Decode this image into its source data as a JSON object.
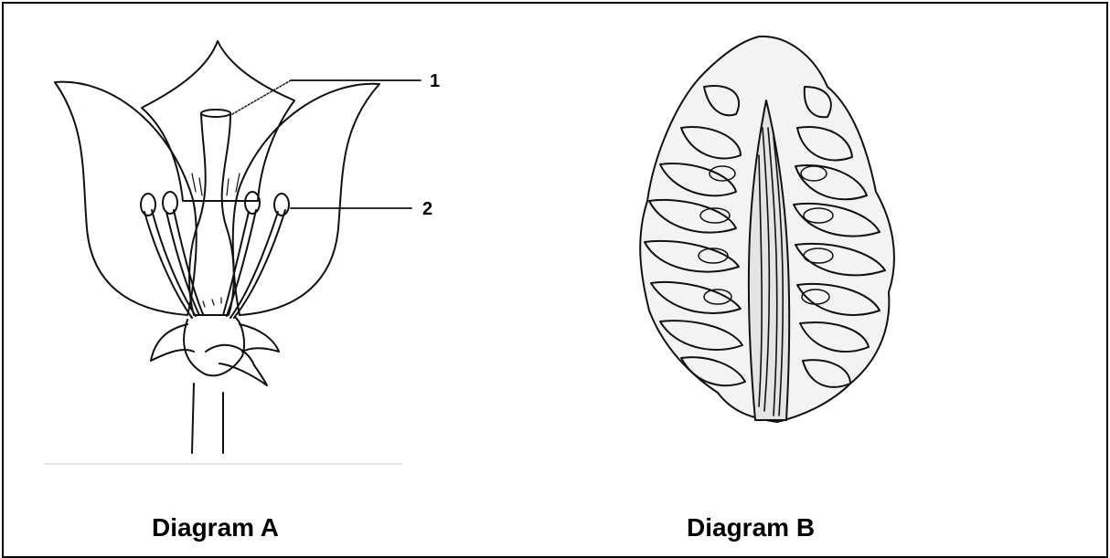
{
  "diagram_a": {
    "caption": "Diagram A",
    "labels": [
      {
        "id": "1"
      },
      {
        "id": "2"
      }
    ]
  },
  "diagram_b": {
    "caption": "Diagram B"
  }
}
